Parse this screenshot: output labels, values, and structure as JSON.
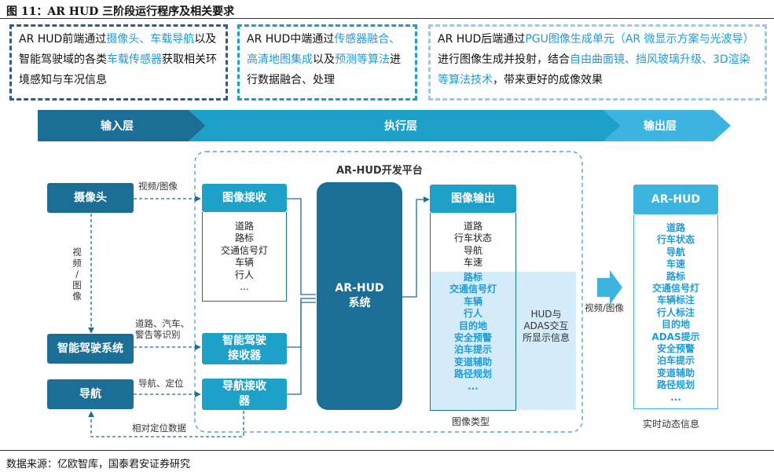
{
  "figure": {
    "title": "图 11：AR HUD 三阶段运行程序及相关要求",
    "source": "数据来源：亿欧智库，国泰君安证券研究"
  },
  "descriptions": {
    "front": {
      "t1": "AR HUD前端通过",
      "h1": "摄像头、车载导航",
      "t2": "以及智能驾驶域的各类",
      "h2": "车载传感器",
      "t3": "获取相关环境感知与车况信息"
    },
    "middle": {
      "t1": "AR HUD中端通过",
      "h1": "传感器融合、高清地图集成",
      "t2": "以及",
      "h2": "预测等算法",
      "t3": "进行数据融合、处理"
    },
    "back": {
      "t1": "AR HUD后端通过",
      "h1": "PGU图像生成单元（AR 微显示方案与光波导）",
      "t2": "进行图像生成并投射，结合",
      "h2": "自由曲面镜、挡风玻璃升级、3D渲染等算法技术",
      "t3": "，带来更好的成像效果"
    }
  },
  "layers": {
    "input": "输入层",
    "execute": "执行层",
    "output": "输出层"
  },
  "colors": {
    "band_dark": "#1b6f96",
    "band_mid": "#1da1c8",
    "band_light": "#3cb4df",
    "highlight_text": "#1e9bd7",
    "highlight_panel": "#d4ecf9"
  },
  "platform": {
    "title": "AR-HUD开发平台"
  },
  "sources": {
    "camera": "摄像头",
    "adas": "智能驾驶系统",
    "nav": "导航"
  },
  "receivers": {
    "image": "图像接收",
    "adas": "智能驾驶接收器",
    "nav": "导航接收器"
  },
  "system": "AR-HUD系统",
  "image_output": {
    "title": "图像输出",
    "plain_items": [
      "道路",
      "行车状态",
      "导航",
      "车速"
    ],
    "highlight_items": [
      "路标",
      "交通信号灯",
      "车辆",
      "行人",
      "目的地",
      "安全预警",
      "泊车提示",
      "变道辅助",
      "路径规划",
      "..."
    ],
    "side_note": "HUD与ADAS交互所显示信息",
    "footer": "图像类型"
  },
  "image_receive_items": [
    "道路",
    "路标",
    "交通信号灯",
    "车辆",
    "行人",
    "..."
  ],
  "ar_hud": {
    "title": "AR-HUD",
    "items": [
      "道路",
      "行车状态",
      "导航",
      "车速",
      "路标",
      "交通信号灯",
      "车辆标注",
      "行人标注",
      "目的地",
      "ADAS提示",
      "安全预警",
      "泊车提示",
      "变道辅助",
      "路径规划",
      "..."
    ],
    "footer": "实时动态信息"
  },
  "labels": {
    "video_image": "视频/图像",
    "vertical_video": [
      "视",
      "频",
      "/",
      "图",
      "像"
    ],
    "road_line1": "道路、汽车、",
    "road_line2": "警告等识别",
    "nav_pos": "导航、定位",
    "relative_pos": "相对定位数据",
    "output_video": "视频/图像"
  }
}
